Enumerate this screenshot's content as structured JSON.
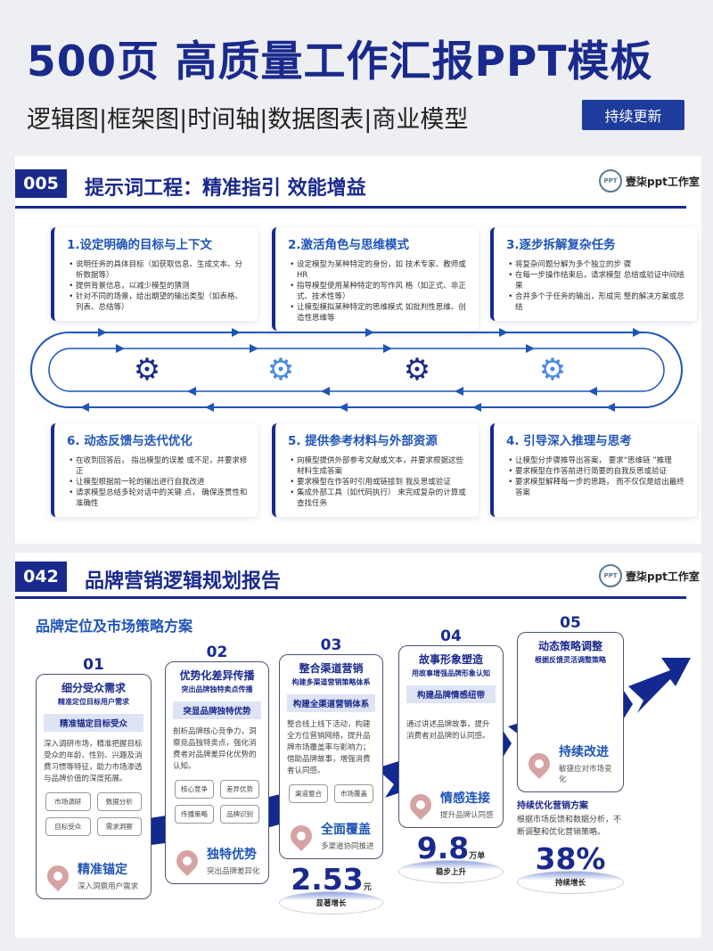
{
  "header": {
    "title": "500页  高质量工作汇报PPT模板",
    "subtitle": "逻辑图|框架图|时间轴|数据图表|商业模型",
    "update_button": "持续更新"
  },
  "colors": {
    "primary": "#1a2a8c",
    "accent": "#1f55b8",
    "pin": "#d6a3a3"
  },
  "logo": {
    "text": "壹柒ppt工作室",
    "mark": "PPT"
  },
  "section1": {
    "tag": "005",
    "title": "提示词工程：精准指引 效能增益",
    "steps": [
      {
        "title": "1.设定明确的目标与上下文",
        "items": [
          "说明任务的具体目标（如获取信息、生成文本、分析数据等）",
          "提供背景信息，以减少模型的猜测",
          "针对不同的场景，给出期望的输出类型（如表格、列表、总结等）"
        ]
      },
      {
        "title": "2.激活角色与思维模式",
        "items": [
          "设定模型为某种特定的身份，如 技术专家、教师或HR",
          "指导模型使用某种特定的写作风 格（如正式、非正式、技术性等）",
          "让模型模拟某种特定的思维模式 如批判性思维、创造性思维等"
        ]
      },
      {
        "title": "3.逐步拆解复杂任务",
        "items": [
          "将复杂问题分解为多个独立的步 骤",
          "在每一步操作结束后，请求模型 总结或验证中间结果",
          "合并多个子任务的输出，形成完 整的解决方案或总结"
        ]
      },
      {
        "title": "6. 动态反馈与迭代优化",
        "items": [
          "在收到回答后， 指出模型的误差 或不足，并要求修正",
          "让模型根据前一轮的输出进行自我改进",
          "请求模型总结多轮对话中的关键 点， 确保连贯性和准确性"
        ]
      },
      {
        "title": "5. 提供参考材料与外部资源",
        "items": [
          "向模型提供外部参考文献或文本，并要求根据这些材料生成答案",
          "要求模型在作答时引用或链接到 我反思或验证",
          "集成外部工具（如代码执行） 来完成复杂的计算或查找任务"
        ]
      },
      {
        "title": "4. 引导深入推理与思考",
        "items": [
          "让模型分步骤推导出答案， 要求“思维链 ”推理",
          "要求模型在作答前进行简要的自我反思或验证",
          "要求模型解释每一步的思路， 而不仅仅是给出最终答案"
        ]
      }
    ]
  },
  "section2": {
    "tag": "042",
    "title": "品牌营销逻辑规划报告",
    "subtitle": "品牌定位及市场策略方案",
    "stages": [
      {
        "num": "01",
        "title": "细分受众需求",
        "sub": "精准定位目标用户需求",
        "highlight": "精准锚定目标受众",
        "desc": "深入调研市场，精准把握目标受众的年龄、性别、兴趣及消费习惯等特征，助力市场渗透与品牌价值的深度拓展。",
        "chips": [
          "市场调研",
          "数据分析",
          "目标受众",
          "需求洞察"
        ],
        "milestone": "精准锚定",
        "milestone_sub": "深入洞察用户需求"
      },
      {
        "num": "02",
        "title": "优势化差异传播",
        "sub": "突出品牌独特卖点传播",
        "highlight": "突显品牌独特优势",
        "desc": "剖析品牌核心竞争力，洞察竞品独特卖点，强化消费者对品牌差异化优势的认知。",
        "chips": [
          "核心竞争",
          "差异优势",
          "传播策略",
          "品牌识别"
        ],
        "milestone": "独特优势",
        "milestone_sub": "突出品牌差异化"
      },
      {
        "num": "03",
        "title": "整合渠道营销",
        "sub": "构建多渠道营销策略体系",
        "highlight": "构建全渠道营销体系",
        "desc": "整合线上线下活动，构建全方位营销网络，提升品牌市场覆盖率与影响力；借助品牌故事，增强消费者认同感。",
        "chips": [
          "渠道整合",
          "市场覆盖"
        ],
        "milestone": "全面覆盖",
        "milestone_sub": "多渠道协同推进",
        "stat": {
          "value": "2.53",
          "unit": "元",
          "label": "显著增长"
        }
      },
      {
        "num": "04",
        "title": "故事形象塑造",
        "sub": "用故事增强品牌形象认知",
        "highlight": "构建品牌情感纽带",
        "desc": "通过讲述品牌故事，提升消费者对品牌的认同感。",
        "milestone": "情感连接",
        "milestone_sub": "提升品牌认同感",
        "stat": {
          "value": "9.8",
          "unit": "万单",
          "label": "稳步上升"
        }
      },
      {
        "num": "05",
        "title": "动态策略调整",
        "sub": "根据反馈灵活调整策略",
        "milestone": "持续改进",
        "milestone_sub": "敏捷应对市场变化",
        "extra_title": "持续优化营销方案",
        "extra_desc": "根据市场反馈和数据分析，不断调整和优化营销策略。",
        "stat": {
          "value": "38%",
          "label": "持续增长"
        }
      }
    ]
  }
}
